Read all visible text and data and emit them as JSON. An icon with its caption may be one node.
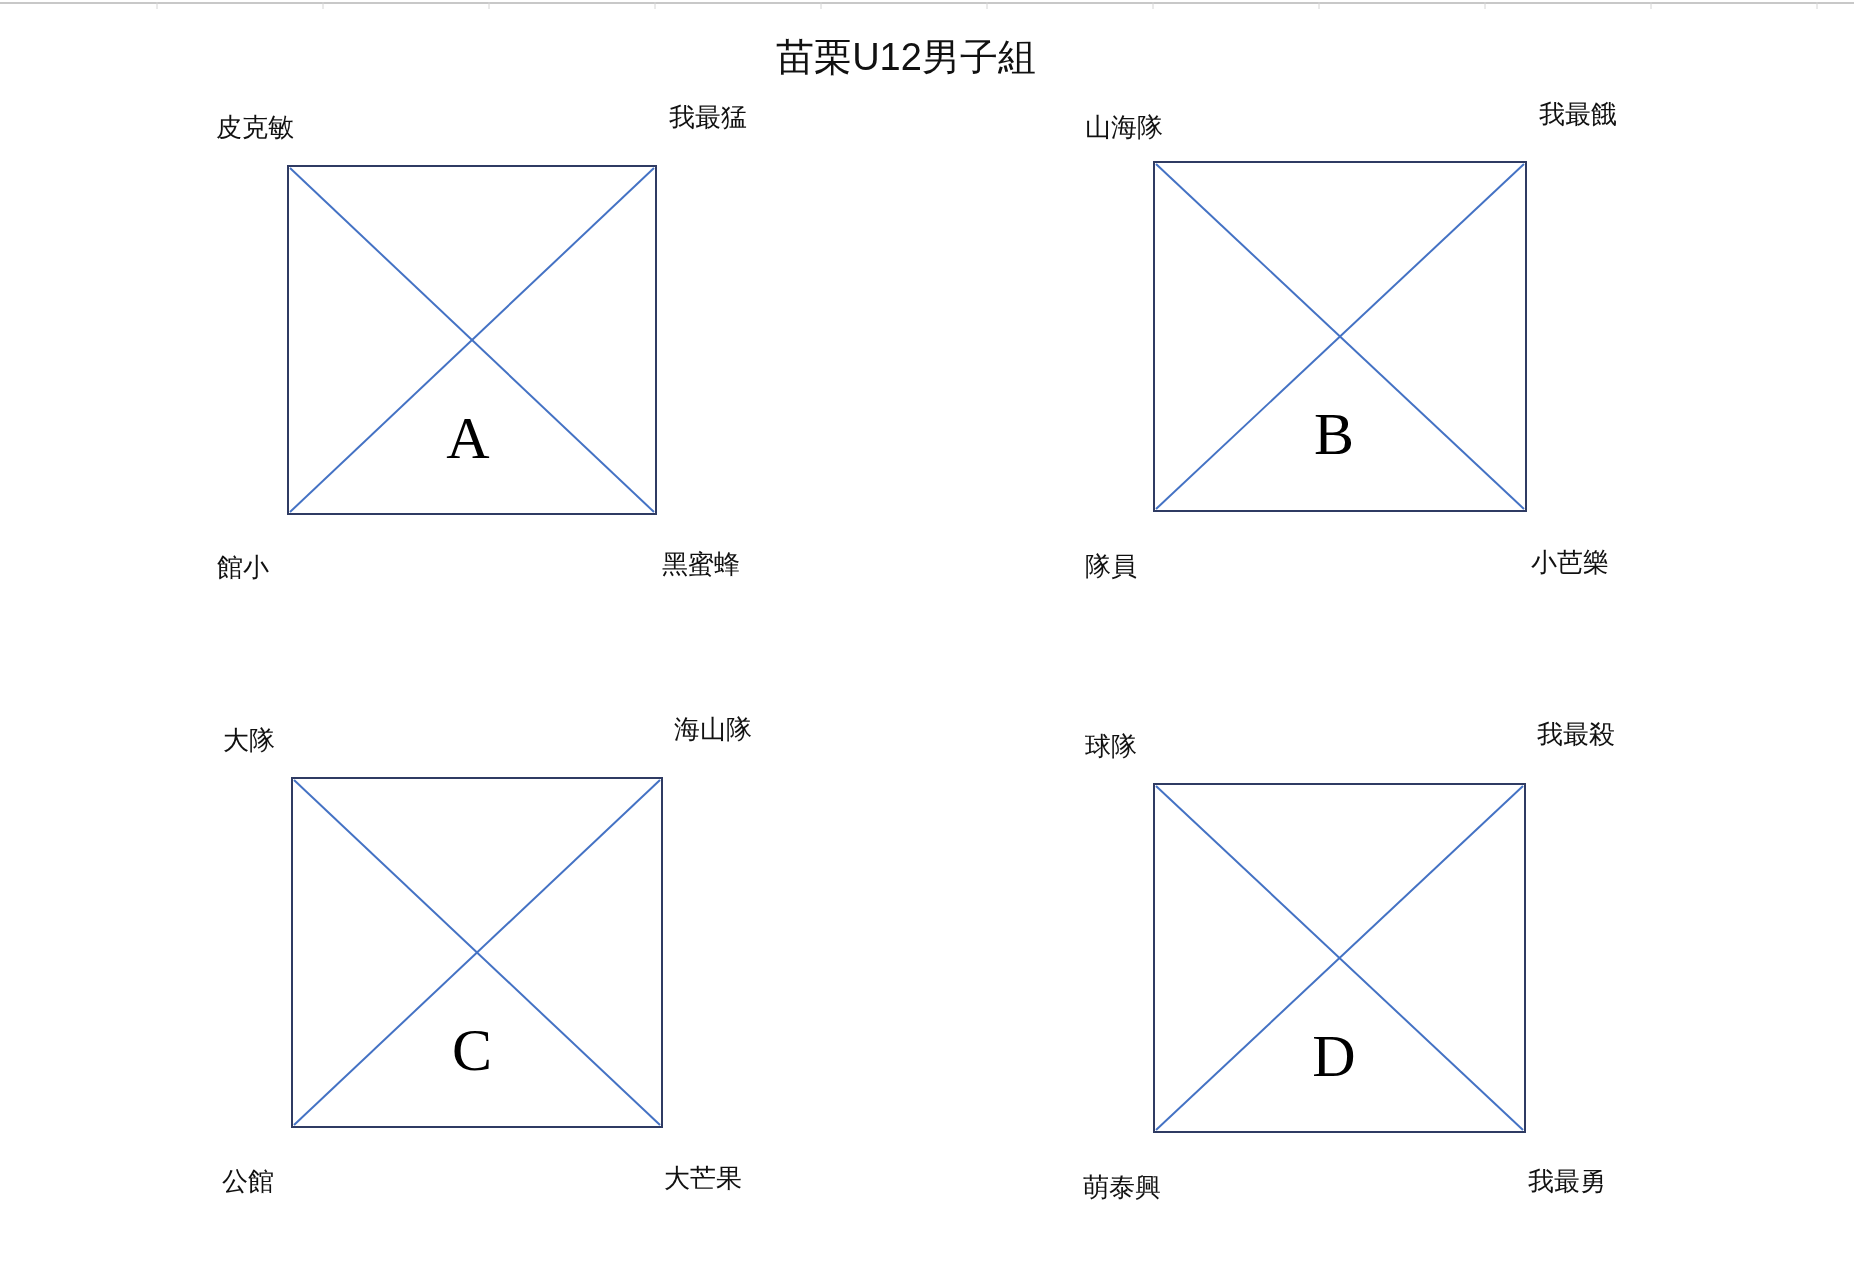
{
  "diagram": {
    "title": "苗栗U12男子組",
    "nodes": [
      {
        "text": [
          "A"
        ]
      },
      {
        "text": [
          "B"
        ]
      },
      {
        "text": [
          "C"
        ]
      },
      {
        "text": [
          "D"
        ]
      }
    ],
    "labels": [
      "皮克敏",
      "我最猛",
      "山海隊",
      "我最餓",
      "館小",
      "黑蜜蜂",
      "隊員",
      "小芭樂",
      "大隊",
      "海山隊",
      "球隊",
      "我最殺",
      "公館",
      "大芒果",
      "萌泰興",
      "我最勇"
    ]
  }
}
